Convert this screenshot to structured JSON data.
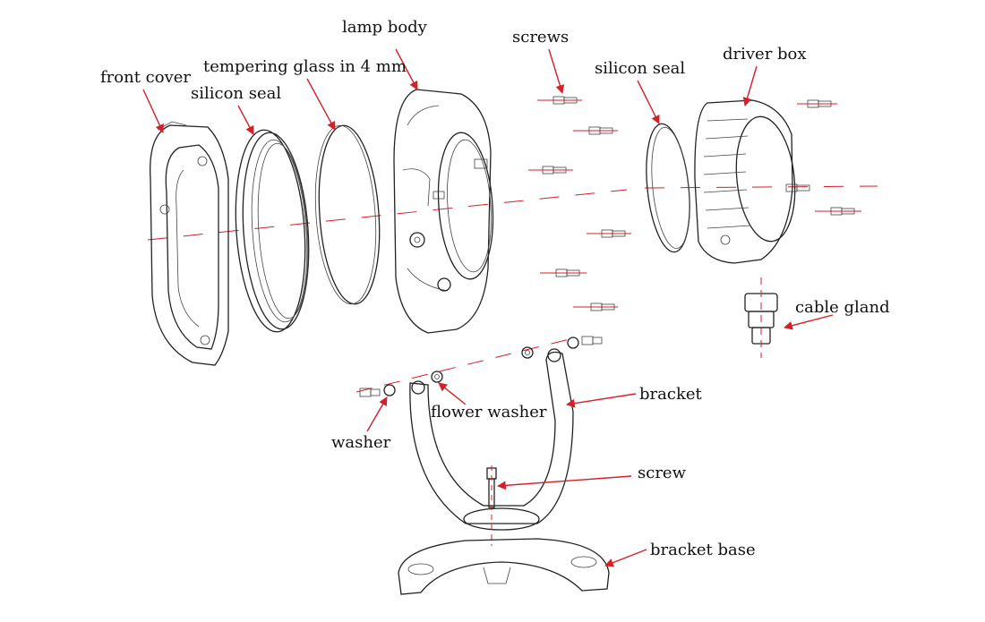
{
  "labels": {
    "lamp_body": "lamp body",
    "screws": "screws",
    "front_cover": "front cover",
    "tempering_glass": "tempering glass in 4 mm",
    "silicon_seal_front": "silicon seal",
    "silicon_seal_driver": "silicon seal",
    "driver_box": "driver box",
    "cable_gland": "cable gland",
    "bracket": "bracket",
    "flower_washer": "flower washer",
    "washer": "washer",
    "screw": "screw",
    "bracket_base": "bracket base"
  },
  "colors": {
    "callout": "#d61f26",
    "outline": "#222222"
  }
}
